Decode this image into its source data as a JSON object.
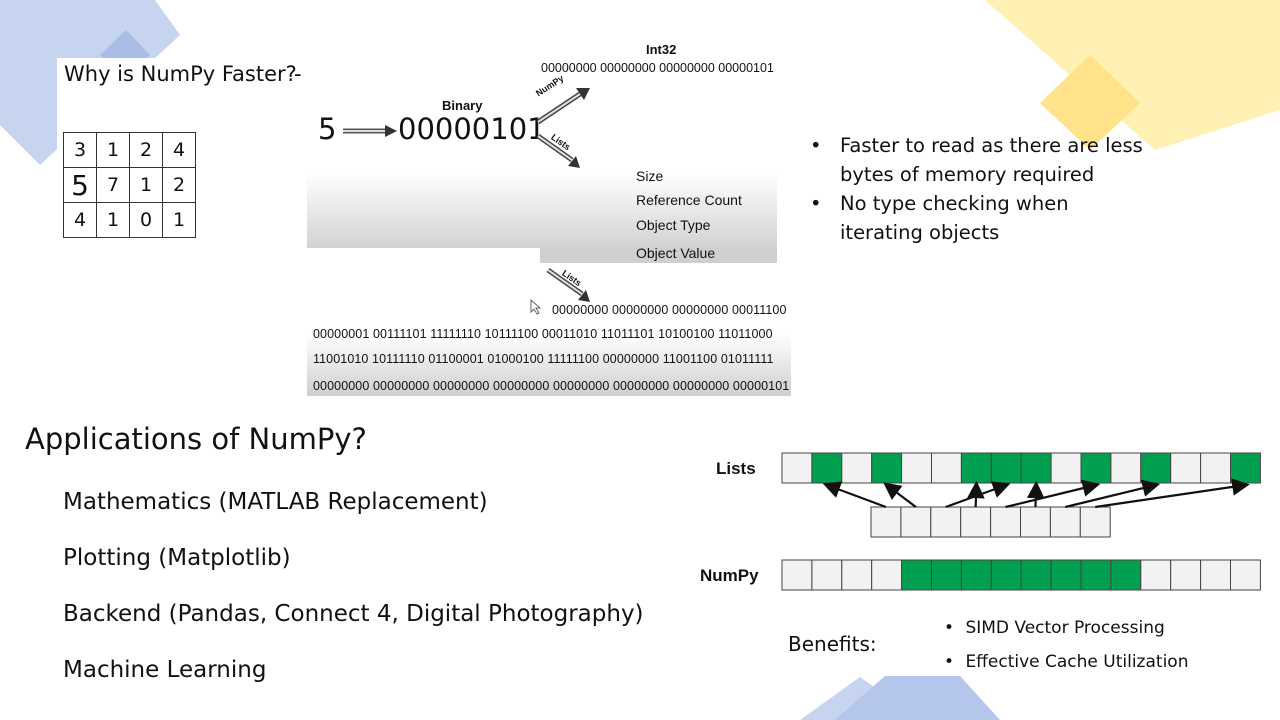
{
  "slide": {
    "title": "Why is NumPy Faster?",
    "title_dash": "-",
    "grid": [
      [
        "3",
        "1",
        "2",
        "4"
      ],
      [
        "5",
        "7",
        "1",
        "2"
      ],
      [
        "4",
        "1",
        "0",
        "1"
      ]
    ],
    "conversion": {
      "number": "5",
      "binary_label": "Binary",
      "binary_value": "00000101",
      "int32_label": "Int32",
      "int32_value": "00000000 00000000 00000000 00000101",
      "numpy_arrow_label": "NumPy",
      "lists_arrow_label": "Lists",
      "lists_arrow_label_2": "Lists"
    },
    "object_fields": [
      "Size",
      "Reference Count",
      "Object Type",
      "Object Value"
    ],
    "list_binary_rows": [
      "00000000 00000000 00000000 00011100",
      "00000001 00111101 11111110 10111100 00011010 11011101 10100100 11011000",
      "11001010 10111110 01100001 01000100 11111100 00000000 11001100 01011111",
      "00000000 00000000 00000000 00000000 00000000 00000000 00000000 00000101"
    ],
    "reasons": [
      "Faster to read as there are less bytes of memory required",
      "No type checking when iterating objects"
    ],
    "applications_title": "Applications of NumPy?",
    "applications": [
      "Mathematics (MATLAB Replacement)",
      "Plotting (Matplotlib)",
      "Backend (Pandas, Connect 4, Digital Photography)",
      "Machine Learning"
    ],
    "memory_diagram": {
      "lists_label": "Lists",
      "numpy_label": "NumPy",
      "lists_filled": [
        false,
        true,
        false,
        true,
        false,
        false,
        true,
        true,
        true,
        false,
        true,
        false,
        true,
        false,
        false,
        true
      ],
      "numpy_filled": [
        false,
        false,
        false,
        false,
        true,
        true,
        true,
        true,
        true,
        true,
        true,
        true,
        false,
        false,
        false,
        false
      ],
      "pointer_cells": 8
    },
    "benefits_label": "Benefits:",
    "benefits": [
      "SIMD Vector Processing",
      "Effective Cache Utilization"
    ],
    "colors": {
      "green": "#00a050",
      "light_cell": "#f2f2f2",
      "deco_blue": "#b8c8ea",
      "deco_yellow": "#ffe58a"
    }
  }
}
